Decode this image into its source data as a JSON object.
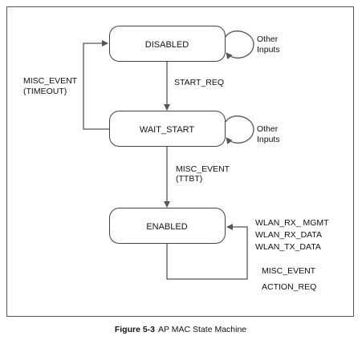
{
  "diagram": {
    "states": {
      "disabled": "DISABLED",
      "wait_start": "WAIT_START",
      "enabled": "ENABLED"
    },
    "transitions": {
      "start_req": "START_REQ",
      "misc_event_ttbt_1": "MISC_EVENT",
      "misc_event_ttbt_2": "(TTBT)",
      "misc_event_timeout_1": "MISC_EVENT",
      "misc_event_timeout_2": "(TIMEOUT)",
      "disabled_other_1": "Other",
      "disabled_other_2": "Inputs",
      "wait_other_1": "Other",
      "wait_other_2": "Inputs",
      "enabled_self_inputs": [
        "WLAN_RX_ MGMT",
        "WLAN_RX_DATA",
        "WLAN_TX_DATA"
      ],
      "enabled_self_events": [
        "MISC_EVENT",
        "ACTION_REQ"
      ]
    }
  },
  "caption": {
    "number": "Figure 5-3",
    "title": "AP MAC State Machine"
  },
  "colors": {
    "frame": "#555555",
    "state_border": "#444444",
    "edge": "#555555"
  }
}
